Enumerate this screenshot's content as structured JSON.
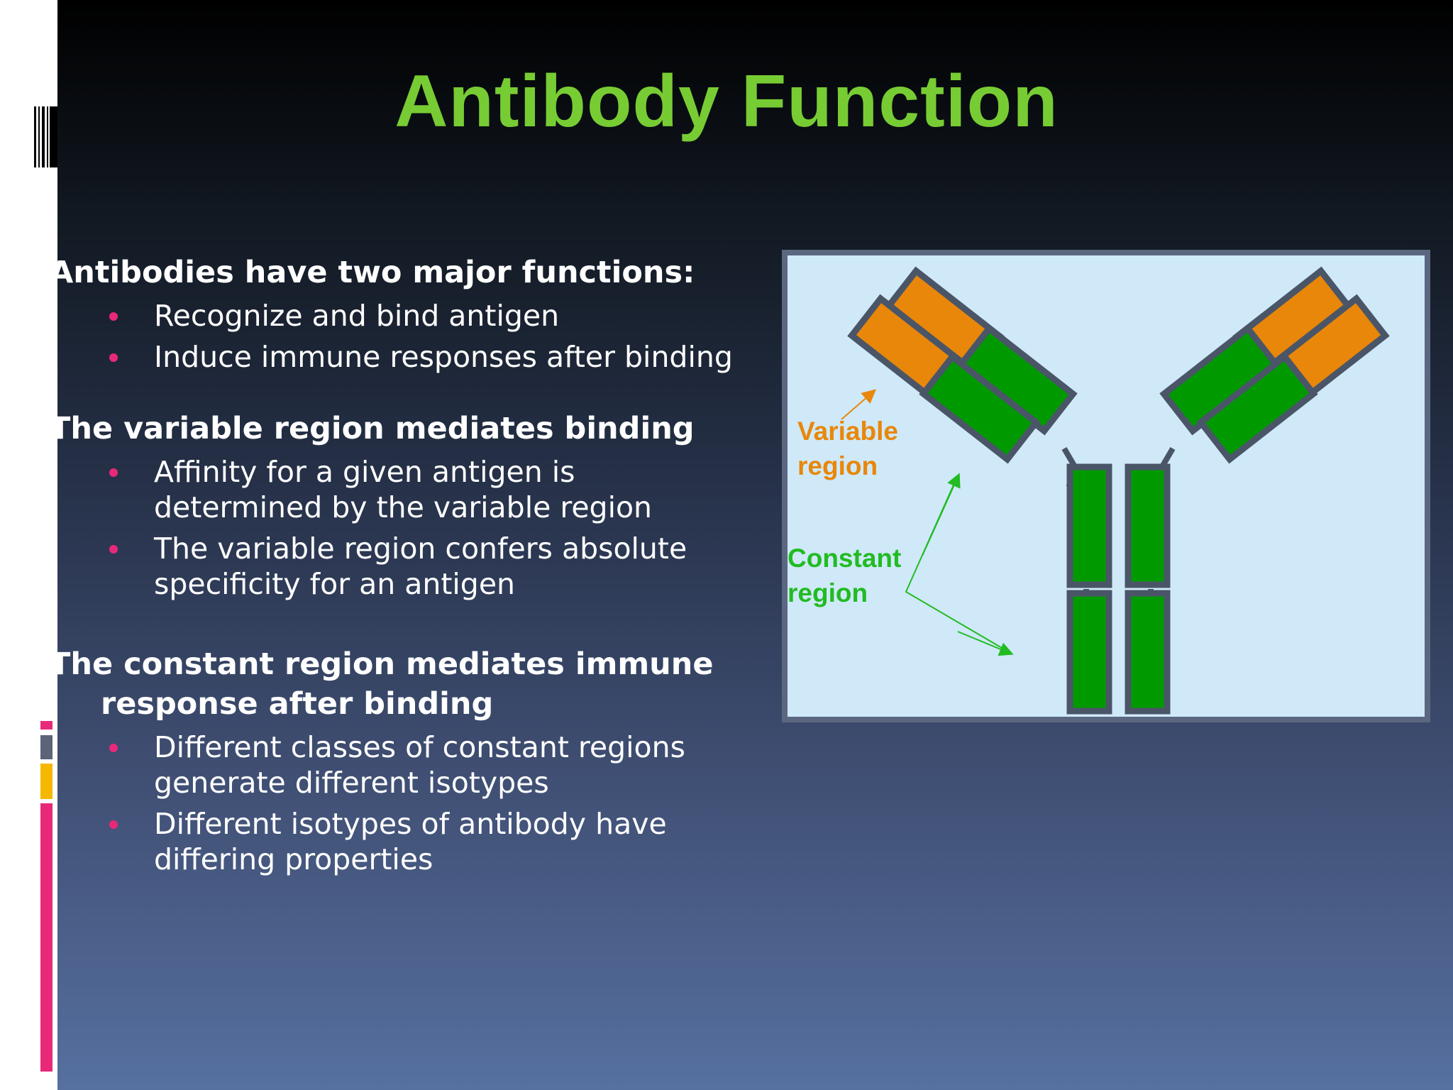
{
  "slide": {
    "title": "Antibody Function",
    "sections": [
      {
        "heading": "Antibodies have two major functions:",
        "heading_cont": "",
        "bullets": [
          {
            "lines": [
              "Recognize and bind antigen"
            ]
          },
          {
            "lines": [
              "Induce immune responses after binding"
            ]
          }
        ]
      },
      {
        "heading": "The variable region mediates binding",
        "heading_cont": "",
        "bullets": [
          {
            "lines": [
              "Affinity for a given antigen is",
              "determined by the variable region"
            ]
          },
          {
            "lines": [
              "The variable region confers absolute",
              "specificity for an antigen"
            ]
          }
        ]
      },
      {
        "heading": "The constant region mediates immune",
        "heading_cont": "response after binding",
        "bullets": [
          {
            "lines": [
              "Different classes of constant regions",
              "generate different isotypes"
            ]
          },
          {
            "lines": [
              "Different isotypes of antibody have",
              "differing properties"
            ]
          }
        ]
      }
    ]
  },
  "diagram": {
    "variable_label": [
      "Variable",
      "region"
    ],
    "constant_label": [
      "Constant",
      "region"
    ]
  },
  "colors": {
    "title": "#77cc33",
    "bullet_dot": "#e8297a",
    "variable": "#e8870a",
    "constant": "#009a00",
    "outline": "#4a5568",
    "diagram_bg": "#cfe9f9",
    "variable_text": "#e8870a",
    "constant_text": "#22bb22"
  }
}
